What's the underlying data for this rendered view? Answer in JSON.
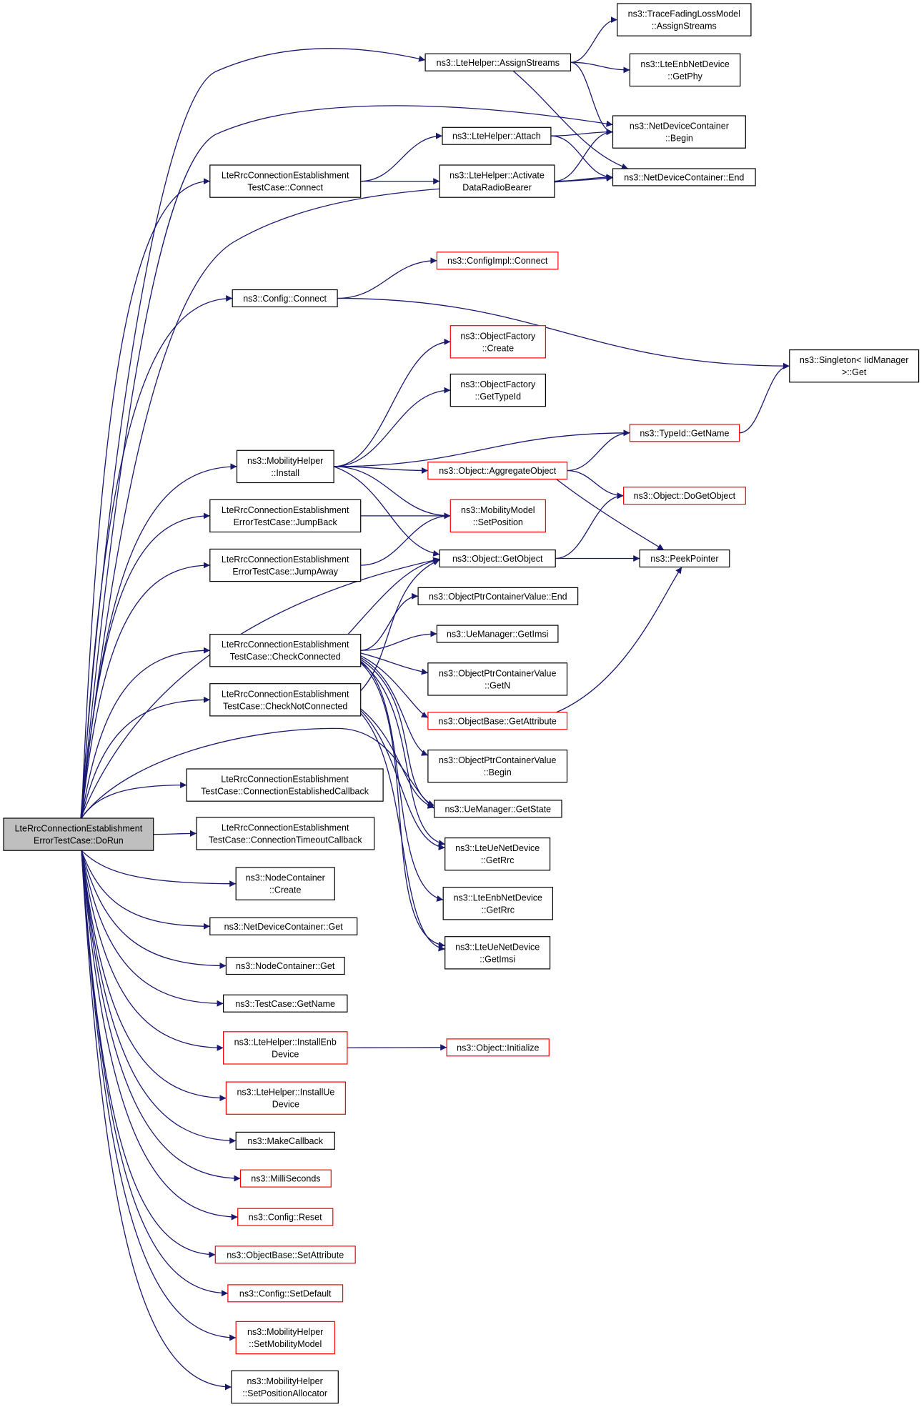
{
  "graph": {
    "kind": "call-graph",
    "colors": {
      "edge": "#191970",
      "root_fill": "#bfbfbf",
      "border_default": "#000000",
      "border_truncated": "#ff0000"
    },
    "nodes": [
      {
        "id": "doRun",
        "lines": [
          "LteRrcConnectionEstablishment",
          "ErrorTestCase::DoRun"
        ],
        "border": "black",
        "root": true
      },
      {
        "id": "assignStreams",
        "lines": [
          "ns3::LteHelper::AssignStreams"
        ],
        "border": "black"
      },
      {
        "id": "traceFading",
        "lines": [
          "ns3::TraceFadingLossModel",
          "::AssignStreams"
        ],
        "border": "black"
      },
      {
        "id": "enbGetPhy",
        "lines": [
          "ns3::LteEnbNetDevice",
          "::GetPhy"
        ],
        "border": "black"
      },
      {
        "id": "ndcBegin",
        "lines": [
          "ns3::NetDeviceContainer",
          "::Begin"
        ],
        "border": "black"
      },
      {
        "id": "ndcEnd",
        "lines": [
          "ns3::NetDeviceContainer::End"
        ],
        "border": "black"
      },
      {
        "id": "attach",
        "lines": [
          "ns3::LteHelper::Attach"
        ],
        "border": "black"
      },
      {
        "id": "activate",
        "lines": [
          "ns3::LteHelper::Activate",
          "DataRadioBearer"
        ],
        "border": "black"
      },
      {
        "id": "tcConnect",
        "lines": [
          "LteRrcConnectionEstablishment",
          "TestCase::Connect"
        ],
        "border": "black"
      },
      {
        "id": "cfgImplConnect",
        "lines": [
          "ns3::ConfigImpl::Connect"
        ],
        "border": "red"
      },
      {
        "id": "cfgConnect",
        "lines": [
          "ns3::Config::Connect"
        ],
        "border": "black"
      },
      {
        "id": "singleton",
        "lines": [
          "ns3::Singleton< IidManager",
          ">::Get"
        ],
        "border": "black"
      },
      {
        "id": "ofCreate",
        "lines": [
          "ns3::ObjectFactory",
          "::Create"
        ],
        "border": "red"
      },
      {
        "id": "ofGetTypeId",
        "lines": [
          "ns3::ObjectFactory",
          "::GetTypeId"
        ],
        "border": "black"
      },
      {
        "id": "typeIdGetName",
        "lines": [
          "ns3::TypeId::GetName"
        ],
        "border": "red"
      },
      {
        "id": "mhInstall",
        "lines": [
          "ns3::MobilityHelper",
          "::Install"
        ],
        "border": "black"
      },
      {
        "id": "aggregate",
        "lines": [
          "ns3::Object::AggregateObject"
        ],
        "border": "red"
      },
      {
        "id": "doGetObject",
        "lines": [
          "ns3::Object::DoGetObject"
        ],
        "border": "red"
      },
      {
        "id": "jumpBack",
        "lines": [
          "LteRrcConnectionEstablishment",
          "ErrorTestCase::JumpBack"
        ],
        "border": "black"
      },
      {
        "id": "setPosition",
        "lines": [
          "ns3::MobilityModel",
          "::SetPosition"
        ],
        "border": "red"
      },
      {
        "id": "jumpAway",
        "lines": [
          "LteRrcConnectionEstablishment",
          "ErrorTestCase::JumpAway"
        ],
        "border": "black"
      },
      {
        "id": "getObject",
        "lines": [
          "ns3::Object::GetObject"
        ],
        "border": "black"
      },
      {
        "id": "peekPointer",
        "lines": [
          "ns3::PeekPointer"
        ],
        "border": "black"
      },
      {
        "id": "opcvEnd",
        "lines": [
          "ns3::ObjectPtrContainerValue::End"
        ],
        "border": "black"
      },
      {
        "id": "checkConnected",
        "lines": [
          "LteRrcConnectionEstablishment",
          "TestCase::CheckConnected"
        ],
        "border": "black"
      },
      {
        "id": "ueGetImsi",
        "lines": [
          "ns3::UeManager::GetImsi"
        ],
        "border": "black"
      },
      {
        "id": "opcvGetN",
        "lines": [
          "ns3::ObjectPtrContainerValue",
          "::GetN"
        ],
        "border": "black"
      },
      {
        "id": "checkNotConnected",
        "lines": [
          "LteRrcConnectionEstablishment",
          "TestCase::CheckNotConnected"
        ],
        "border": "black"
      },
      {
        "id": "getAttribute",
        "lines": [
          "ns3::ObjectBase::GetAttribute"
        ],
        "border": "red"
      },
      {
        "id": "opcvBegin",
        "lines": [
          "ns3::ObjectPtrContainerValue",
          "::Begin"
        ],
        "border": "black"
      },
      {
        "id": "connEstCb",
        "lines": [
          "LteRrcConnectionEstablishment",
          "TestCase::ConnectionEstablishedCallback"
        ],
        "border": "black"
      },
      {
        "id": "ueGetState",
        "lines": [
          "ns3::UeManager::GetState"
        ],
        "border": "black"
      },
      {
        "id": "connTimeoutCb",
        "lines": [
          "LteRrcConnectionEstablishment",
          "TestCase::ConnectionTimeoutCallback"
        ],
        "border": "black"
      },
      {
        "id": "ueDevGetRrc",
        "lines": [
          "ns3::LteUeNetDevice",
          "::GetRrc"
        ],
        "border": "black"
      },
      {
        "id": "ncCreate",
        "lines": [
          "ns3::NodeContainer",
          "::Create"
        ],
        "border": "black"
      },
      {
        "id": "enbGetRrc",
        "lines": [
          "ns3::LteEnbNetDevice",
          "::GetRrc"
        ],
        "border": "black"
      },
      {
        "id": "ndcGet",
        "lines": [
          "ns3::NetDeviceContainer::Get"
        ],
        "border": "black"
      },
      {
        "id": "ueDevGetImsi",
        "lines": [
          "ns3::LteUeNetDevice",
          "::GetImsi"
        ],
        "border": "black"
      },
      {
        "id": "ncGet",
        "lines": [
          "ns3::NodeContainer::Get"
        ],
        "border": "black"
      },
      {
        "id": "tcGetName",
        "lines": [
          "ns3::TestCase::GetName"
        ],
        "border": "black"
      },
      {
        "id": "installEnb",
        "lines": [
          "ns3::LteHelper::InstallEnb",
          "Device"
        ],
        "border": "red"
      },
      {
        "id": "objInitialize",
        "lines": [
          "ns3::Object::Initialize"
        ],
        "border": "red"
      },
      {
        "id": "installUe",
        "lines": [
          "ns3::LteHelper::InstallUe",
          "Device"
        ],
        "border": "red"
      },
      {
        "id": "makeCallback",
        "lines": [
          "ns3::MakeCallback"
        ],
        "border": "black"
      },
      {
        "id": "milliSeconds",
        "lines": [
          "ns3::MilliSeconds"
        ],
        "border": "red"
      },
      {
        "id": "cfgReset",
        "lines": [
          "ns3::Config::Reset"
        ],
        "border": "red"
      },
      {
        "id": "setAttribute",
        "lines": [
          "ns3::ObjectBase::SetAttribute"
        ],
        "border": "red"
      },
      {
        "id": "cfgSetDefault",
        "lines": [
          "ns3::Config::SetDefault"
        ],
        "border": "red"
      },
      {
        "id": "setMobilityModel",
        "lines": [
          "ns3::MobilityHelper",
          "::SetMobilityModel"
        ],
        "border": "red"
      },
      {
        "id": "setPositionAllocator",
        "lines": [
          "ns3::MobilityHelper",
          "::SetPositionAllocator"
        ],
        "border": "black"
      }
    ],
    "edges": [
      [
        "doRun",
        "assignStreams"
      ],
      [
        "doRun",
        "ndcBegin"
      ],
      [
        "doRun",
        "tcConnect"
      ],
      [
        "doRun",
        "ndcEnd"
      ],
      [
        "doRun",
        "cfgConnect"
      ],
      [
        "doRun",
        "mhInstall"
      ],
      [
        "doRun",
        "jumpBack"
      ],
      [
        "doRun",
        "jumpAway"
      ],
      [
        "doRun",
        "getObject"
      ],
      [
        "doRun",
        "checkConnected"
      ],
      [
        "doRun",
        "checkNotConnected"
      ],
      [
        "doRun",
        "ueGetState"
      ],
      [
        "doRun",
        "connEstCb"
      ],
      [
        "doRun",
        "connTimeoutCb"
      ],
      [
        "doRun",
        "ncCreate"
      ],
      [
        "doRun",
        "ndcGet"
      ],
      [
        "doRun",
        "ncGet"
      ],
      [
        "doRun",
        "tcGetName"
      ],
      [
        "doRun",
        "installEnb"
      ],
      [
        "doRun",
        "installUe"
      ],
      [
        "doRun",
        "makeCallback"
      ],
      [
        "doRun",
        "milliSeconds"
      ],
      [
        "doRun",
        "cfgReset"
      ],
      [
        "doRun",
        "setAttribute"
      ],
      [
        "doRun",
        "cfgSetDefault"
      ],
      [
        "doRun",
        "setMobilityModel"
      ],
      [
        "doRun",
        "setPositionAllocator"
      ],
      [
        "assignStreams",
        "traceFading"
      ],
      [
        "assignStreams",
        "enbGetPhy"
      ],
      [
        "assignStreams",
        "ndcBegin"
      ],
      [
        "assignStreams",
        "ndcEnd"
      ],
      [
        "tcConnect",
        "attach"
      ],
      [
        "tcConnect",
        "activate"
      ],
      [
        "attach",
        "ndcBegin"
      ],
      [
        "attach",
        "ndcEnd"
      ],
      [
        "activate",
        "ndcBegin"
      ],
      [
        "activate",
        "ndcEnd"
      ],
      [
        "cfgConnect",
        "cfgImplConnect"
      ],
      [
        "cfgConnect",
        "singleton"
      ],
      [
        "mhInstall",
        "ofCreate"
      ],
      [
        "mhInstall",
        "ofGetTypeId"
      ],
      [
        "mhInstall",
        "typeIdGetName"
      ],
      [
        "mhInstall",
        "aggregate"
      ],
      [
        "mhInstall",
        "setPosition"
      ],
      [
        "mhInstall",
        "getObject"
      ],
      [
        "typeIdGetName",
        "singleton"
      ],
      [
        "aggregate",
        "typeIdGetName"
      ],
      [
        "aggregate",
        "doGetObject"
      ],
      [
        "aggregate",
        "peekPointer"
      ],
      [
        "jumpBack",
        "setPosition"
      ],
      [
        "jumpAway",
        "setPosition"
      ],
      [
        "getObject",
        "doGetObject"
      ],
      [
        "getObject",
        "peekPointer"
      ],
      [
        "checkConnected",
        "getObject"
      ],
      [
        "checkConnected",
        "opcvEnd"
      ],
      [
        "checkConnected",
        "ueGetImsi"
      ],
      [
        "checkConnected",
        "opcvGetN"
      ],
      [
        "checkConnected",
        "getAttribute"
      ],
      [
        "checkConnected",
        "opcvBegin"
      ],
      [
        "checkConnected",
        "ueGetState"
      ],
      [
        "checkConnected",
        "ueDevGetRrc"
      ],
      [
        "checkConnected",
        "enbGetRrc"
      ],
      [
        "checkConnected",
        "ueDevGetImsi"
      ],
      [
        "checkNotConnected",
        "getObject"
      ],
      [
        "checkNotConnected",
        "ueGetState"
      ],
      [
        "checkNotConnected",
        "ueDevGetRrc"
      ],
      [
        "checkNotConnected",
        "ueDevGetImsi"
      ],
      [
        "getAttribute",
        "peekPointer"
      ],
      [
        "installEnb",
        "objInitialize"
      ]
    ]
  }
}
